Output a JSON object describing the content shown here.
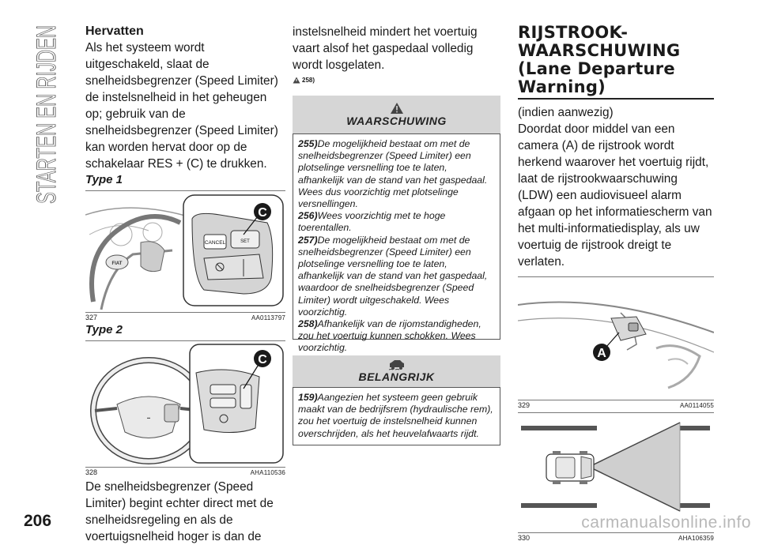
{
  "section_title": "STARTEN EN RIJDEN",
  "page_number": "206",
  "watermark": "carmanualsonline.info",
  "col1": {
    "heading": "Hervatten",
    "para1": "Als het systeem wordt uitgeschakeld, slaat de snelheidsbegrenzer (Speed Limiter) de instelsnelheid in het geheugen op; gebruik van de snelheidsbegrenzer (Speed Limiter) kan worden hervat door op de schakelaar RES + (C) te drukken.",
    "type1_label": "Type 1",
    "fig1": {
      "number": "327",
      "code": "AA0113797",
      "callout": "C",
      "btn_cancel": "CANCEL",
      "btn_set": "SET",
      "logo": "FIAT"
    },
    "type2_label": "Type 2",
    "fig2": {
      "number": "328",
      "code": "AHA110536",
      "callout": "C"
    },
    "para2": "De snelheidsbegrenzer (Speed Limiter) begint echter direct met de snelheidsregeling en als de voertuigsnelheid hoger is dan de"
  },
  "col2": {
    "para1": "instelsnelheid mindert het voertuig vaart alsof het gaspedaal volledig wordt losgelaten.",
    "ref": "258)",
    "warning": {
      "title": "WAARSCHUWING",
      "items": [
        {
          "num": "255)",
          "text": "De mogelijkheid bestaat om met de snelheidsbegrenzer (Speed Limiter) een plotselinge versnelling toe te laten, afhankelijk van de stand van het gaspedaal. Wees dus voorzichtig met plotselinge versnellingen."
        },
        {
          "num": "256)",
          "text": "Wees voorzichtig met te hoge toerentallen."
        },
        {
          "num": "257)",
          "text": "De mogelijkheid bestaat om met de snelheidsbegrenzer (Speed Limiter) een plotselinge versnelling toe te laten, afhankelijk van de stand van het gaspedaal, waardoor de snelheidsbegrenzer (Speed Limiter) wordt uitgeschakeld. Wees voorzichtig."
        },
        {
          "num": "258)",
          "text": "Afhankelijk van de rijomstandigheden, zou het voertuig kunnen schokken. Wees voorzichtig."
        }
      ]
    },
    "important": {
      "title": "BELANGRIJK",
      "items": [
        {
          "num": "159)",
          "text": "Aangezien het systeem geen gebruik maakt van de bedrijfsrem (hydraulische rem), zou het voertuig de instelsnelheid kunnen overschrijden, als het heuvelafwaarts rijdt."
        }
      ]
    }
  },
  "col3": {
    "title_line1": "RIJSTROOK-",
    "title_line2": "WAARSCHUWING",
    "title_line3": "(Lane Departure",
    "title_line4": "Warning)",
    "para1": "(indien aanwezig)",
    "para2": "Doordat door middel van een camera (A) de rijstrook wordt herkend waarover het voertuig rijdt, laat de rijstrookwaarschuwing (LDW) een audiovisueel alarm afgaan op het informatiescherm van het multi-informatiedisplay, als uw voertuig de rijstrook dreigt te verlaten.",
    "fig3": {
      "number": "329",
      "code": "AA0114055",
      "callout": "A"
    },
    "fig4": {
      "number": "330",
      "code": "AHA106359"
    }
  },
  "colors": {
    "warning_band": "#d6d6d6",
    "callout": "#1a1a1a",
    "lane_mark": "#555555"
  }
}
